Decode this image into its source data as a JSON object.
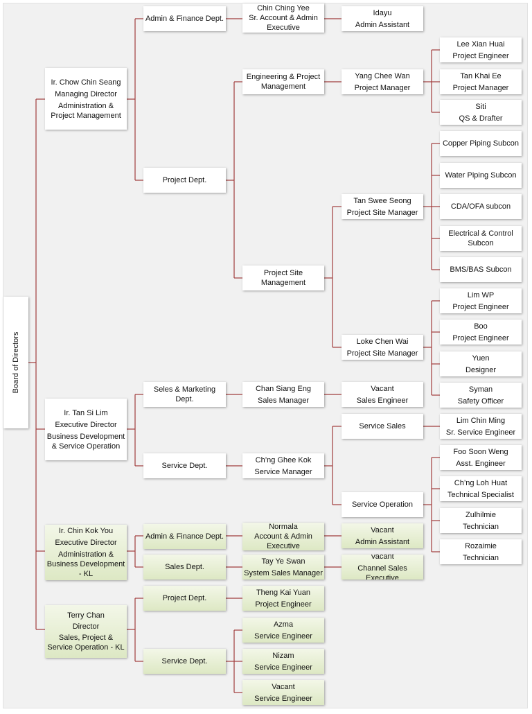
{
  "board": {
    "label": "Board of Directors"
  },
  "directors": {
    "d1": {
      "lines": [
        "Ir. Chow Chin Seang",
        "Managing Director",
        "Administration & Project Management"
      ]
    },
    "d2": {
      "lines": [
        "Ir. Tan Si Lim",
        "Executive Director",
        "Business Development & Service Operation"
      ]
    },
    "d3": {
      "lines": [
        "Ir. Chin Kok You",
        "Executive Director",
        "Administration & Business Development - KL"
      ]
    },
    "d4": {
      "lines": [
        "Terry Chan",
        "Director",
        "Sales, Project & Service Operation - KL"
      ]
    }
  },
  "departments": {
    "admin_finance_1": "Admin & Finance Dept.",
    "project_1": "Project Dept.",
    "eng_pm": "Engineering & Project Management",
    "project_site_mgmt": "Project Site Management",
    "sales_marketing": "Seles & Marketing Dept.",
    "service_1": "Service Dept.",
    "service_sales": "Service Sales",
    "service_operation": "Service Operation",
    "admin_finance_kl": "Admin & Finance Dept.",
    "sales_kl": "Sales Dept.",
    "project_kl": "Project Dept.",
    "service_kl": "Service Dept."
  },
  "staff": {
    "chin_ching_yee": {
      "name": "Chin Ching Yee",
      "title": "Sr. Account & Admin Executive"
    },
    "idayu": {
      "name": "Idayu",
      "title": "Admin Assistant"
    },
    "yang_chee_wan": {
      "name": "Yang Chee Wan",
      "title": "Project Manager"
    },
    "lee_xian_huai": {
      "name": "Lee Xian Huai",
      "title": "Project Engineer"
    },
    "tan_khai_ee": {
      "name": "Tan Khai Ee",
      "title": "Project Manager"
    },
    "siti": {
      "name": "Siti",
      "title": "QS & Drafter"
    },
    "tan_swee_seong": {
      "name": "Tan Swee Seong",
      "title": "Project Site Manager"
    },
    "loke_chen_wai": {
      "name": "Loke Chen Wai",
      "title": "Project Site Manager"
    },
    "lim_wp": {
      "name": "Lim WP",
      "title": "Project Engineer"
    },
    "boo": {
      "name": "Boo",
      "title": "Project Engineer"
    },
    "yuen": {
      "name": "Yuen",
      "title": "Designer"
    },
    "syman": {
      "name": "Syman",
      "title": "Safety Officer"
    },
    "chan_siang_eng": {
      "name": "Chan Siang Eng",
      "title": "Sales Manager"
    },
    "vacant_sales_eng": {
      "name": "Vacant",
      "title": "Sales Engineer"
    },
    "chng_ghee_kok": {
      "name": "Ch’ng Ghee Kok",
      "title": "Service Manager"
    },
    "lim_chin_ming": {
      "name": "Lim Chin Ming",
      "title": "Sr. Service Engineer"
    },
    "foo_soon_weng": {
      "name": "Foo Soon Weng",
      "title": "Asst. Engineer"
    },
    "chng_loh_huat": {
      "name": "Ch’ng Loh Huat",
      "title": "Technical Specialist"
    },
    "zulhilmie": {
      "name": "Zulhilmie",
      "title": "Technician"
    },
    "rozaimie": {
      "name": "Rozaimie",
      "title": "Technician"
    },
    "normala": {
      "name": "Normala",
      "title": "Account & Admin Executive"
    },
    "vacant_admin_asst": {
      "name": "Vacant",
      "title": "Admin Assistant"
    },
    "tay_ye_swan": {
      "name": "Tay Ye Swan",
      "title": "System Sales Manager"
    },
    "vacant_channel": {
      "name": "Vacant",
      "title": "Channel Sales Executive"
    },
    "theng_kai_yuan": {
      "name": "Theng Kai Yuan",
      "title": "Project Engineer"
    },
    "azma": {
      "name": "Azma",
      "title": "Service Engineer"
    },
    "nizam": {
      "name": "Nizam",
      "title": "Service Engineer"
    },
    "vacant_service_eng": {
      "name": "Vacant",
      "title": "Service Engineer"
    }
  },
  "subcons": {
    "copper": "Copper Piping Subcon",
    "water": "Water Piping Subcon",
    "cda": "CDA/OFA subcon",
    "electrical": "Electrical & Control Subcon",
    "bms": "BMS/BAS Subcon"
  },
  "colors": {
    "connector": "#a13c3c",
    "box": "#ffffff",
    "kl_box": "#e4ecd2",
    "background": "#f1f1f1"
  }
}
